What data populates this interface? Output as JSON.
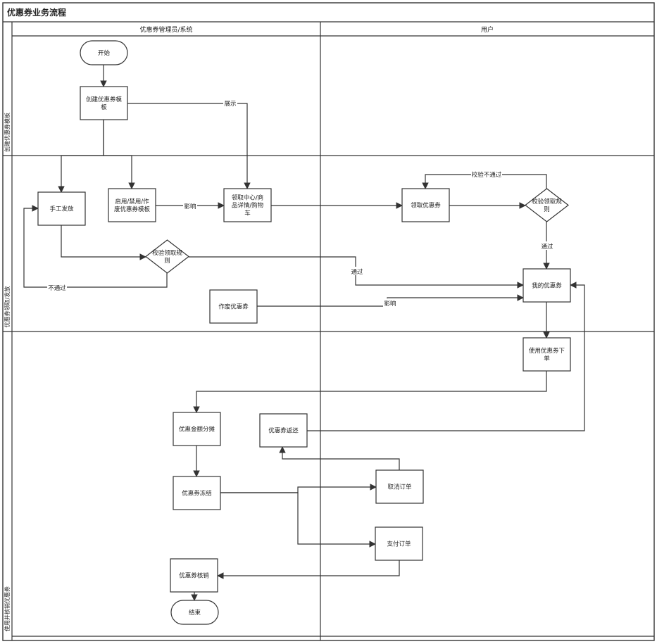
{
  "title": "优惠券业务流程",
  "columns": [
    {
      "id": "admin",
      "label": "优惠券管理员/系统"
    },
    {
      "id": "user",
      "label": "用户"
    }
  ],
  "phases": [
    {
      "id": "p1",
      "label": "创建优惠券模板"
    },
    {
      "id": "p2",
      "label": "优惠券领取/发放"
    },
    {
      "id": "p3",
      "label": "使用并核销优惠券"
    }
  ],
  "nodes": {
    "start": {
      "shape": "terminal",
      "lines": [
        "开始"
      ]
    },
    "create_template": {
      "shape": "process",
      "lines": [
        "创建优惠券模",
        "板"
      ]
    },
    "manual_issue": {
      "shape": "process",
      "lines": [
        "手工发放"
      ]
    },
    "toggle_template": {
      "shape": "process",
      "lines": [
        "启用/禁用/作",
        "废优惠券模板"
      ]
    },
    "claim_center": {
      "shape": "process",
      "lines": [
        "领取中心/商",
        "品详情/购物",
        "车"
      ]
    },
    "claim_coupon": {
      "shape": "process",
      "lines": [
        "领取优惠券"
      ]
    },
    "verify_rule_user": {
      "shape": "decision",
      "lines": [
        "校验领取规",
        "则"
      ]
    },
    "verify_rule_admin": {
      "shape": "decision",
      "lines": [
        "校验领取规",
        "则"
      ]
    },
    "my_coupons": {
      "shape": "process",
      "lines": [
        "我的优惠券"
      ]
    },
    "void_coupon": {
      "shape": "process",
      "lines": [
        "作废优惠券"
      ]
    },
    "use_coupon_order": {
      "shape": "process",
      "lines": [
        "使用优惠券下",
        "单"
      ]
    },
    "split_amount": {
      "shape": "process",
      "lines": [
        "优惠金额分摊"
      ]
    },
    "return_coupon": {
      "shape": "process",
      "lines": [
        "优惠券返还"
      ]
    },
    "freeze_coupon": {
      "shape": "process",
      "lines": [
        "优惠券冻结"
      ]
    },
    "cancel_order": {
      "shape": "process",
      "lines": [
        "取消订单"
      ]
    },
    "pay_order": {
      "shape": "process",
      "lines": [
        "支付订单"
      ]
    },
    "write_off": {
      "shape": "process",
      "lines": [
        "优惠券核销"
      ]
    },
    "end": {
      "shape": "terminal",
      "lines": [
        "结束"
      ]
    }
  },
  "edges": [
    {
      "from": "start",
      "to": "create_template",
      "label": ""
    },
    {
      "from": "create_template",
      "to": "claim_center",
      "label": "展示"
    },
    {
      "from": "create_template",
      "to": "manual_issue",
      "label": ""
    },
    {
      "from": "create_template",
      "to": "toggle_template",
      "label": ""
    },
    {
      "from": "toggle_template",
      "to": "claim_center",
      "label": "影响"
    },
    {
      "from": "claim_center",
      "to": "claim_coupon",
      "label": ""
    },
    {
      "from": "claim_coupon",
      "to": "verify_rule_user",
      "label": ""
    },
    {
      "from": "verify_rule_user",
      "to": "claim_coupon",
      "label": "校验不通过"
    },
    {
      "from": "verify_rule_user",
      "to": "my_coupons",
      "label": "通过"
    },
    {
      "from": "manual_issue",
      "to": "verify_rule_admin",
      "label": ""
    },
    {
      "from": "verify_rule_admin",
      "to": "manual_issue",
      "label": "不通过"
    },
    {
      "from": "verify_rule_admin",
      "to": "my_coupons",
      "label": "通过"
    },
    {
      "from": "void_coupon",
      "to": "my_coupons",
      "label": "影响"
    },
    {
      "from": "my_coupons",
      "to": "use_coupon_order",
      "label": ""
    },
    {
      "from": "use_coupon_order",
      "to": "split_amount",
      "label": ""
    },
    {
      "from": "split_amount",
      "to": "freeze_coupon",
      "label": ""
    },
    {
      "from": "freeze_coupon",
      "to": "cancel_order",
      "label": ""
    },
    {
      "from": "freeze_coupon",
      "to": "pay_order",
      "label": ""
    },
    {
      "from": "cancel_order",
      "to": "return_coupon",
      "label": ""
    },
    {
      "from": "return_coupon",
      "to": "my_coupons",
      "label": ""
    },
    {
      "from": "pay_order",
      "to": "write_off",
      "label": ""
    },
    {
      "from": "write_off",
      "to": "end",
      "label": ""
    }
  ]
}
